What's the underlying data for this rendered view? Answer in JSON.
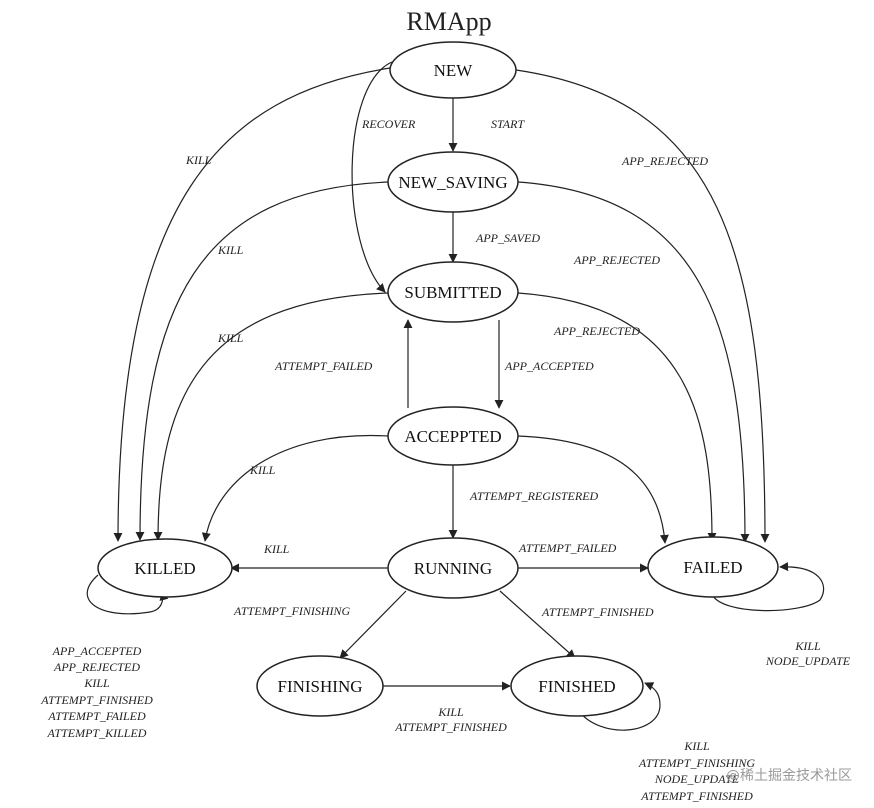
{
  "title": "RMApp",
  "states": {
    "new": "NEW",
    "new_saving": "NEW_SAVING",
    "submitted": "SUBMITTED",
    "accepted": "ACCEPPTED",
    "running": "RUNNING",
    "killed": "KILLED",
    "failed": "FAILED",
    "finishing": "FINISHING",
    "finished": "FINISHED"
  },
  "transitions": {
    "recover": "RECOVER",
    "start": "START",
    "kill_new": "KILL",
    "app_rejected_new": "APP_REJECTED",
    "kill_new_saving": "KILL",
    "app_saved": "APP_SAVED",
    "app_rejected_new_saving": "APP_REJECTED",
    "kill_submitted": "KILL",
    "app_rejected_submitted": "APP_REJECTED",
    "attempt_failed_accepted": "ATTEMPT_FAILED",
    "app_accepted": "APP_ACCEPTED",
    "kill_accepted": "KILL",
    "attempt_registered": "ATTEMPT_REGISTERED",
    "kill_running": "KILL",
    "attempt_failed_running": "ATTEMPT_FAILED",
    "attempt_finishing": "ATTEMPT_FINISHING",
    "attempt_finished_running": "ATTEMPT_FINISHED",
    "finishing_to_finished": [
      "KILL",
      "ATTEMPT_FINISHED"
    ],
    "killed_self": [
      "APP_ACCEPTED",
      "APP_REJECTED",
      "KILL",
      "ATTEMPT_FINISHED",
      "ATTEMPT_FAILED",
      "ATTEMPT_KILLED"
    ],
    "failed_self": [
      "KILL",
      "NODE_UPDATE"
    ],
    "finished_self": [
      "KILL",
      "ATTEMPT_FINISHING",
      "NODE_UPDATE",
      "ATTEMPT_FINISHED"
    ]
  },
  "watermark": "@稀土掘金技术社区"
}
